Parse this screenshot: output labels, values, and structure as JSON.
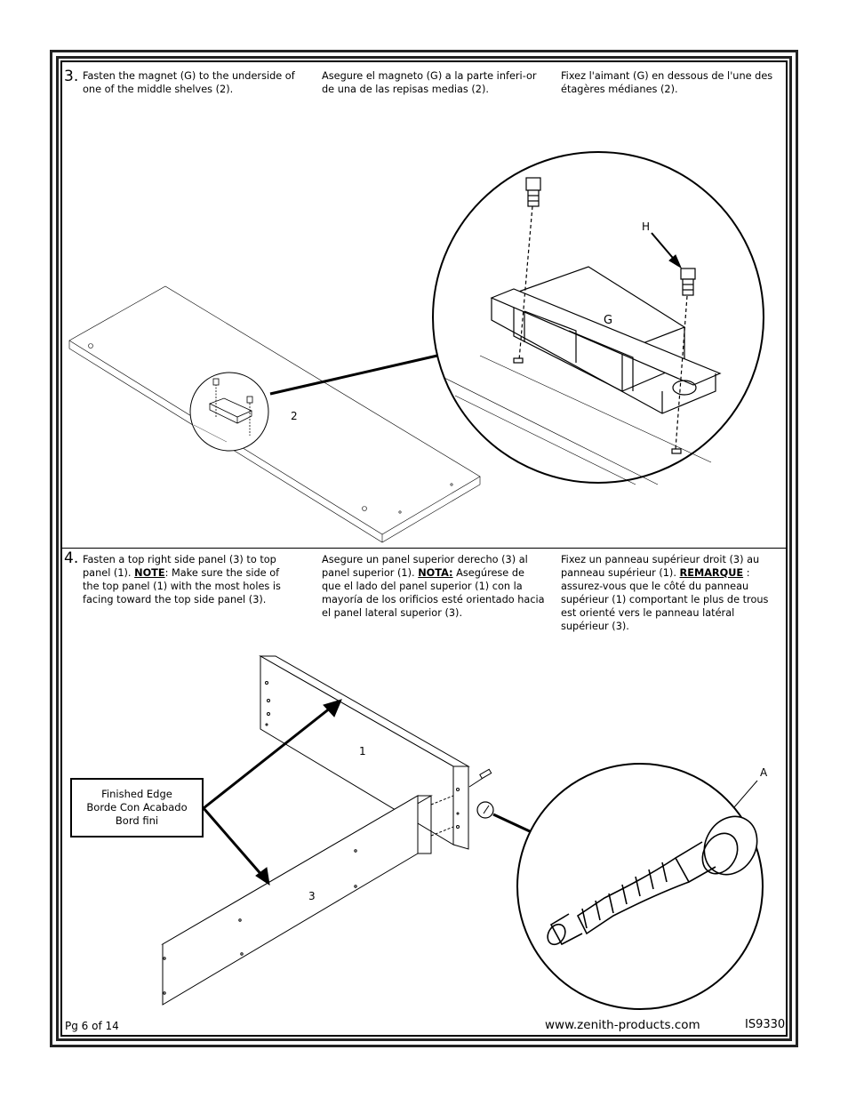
{
  "step3": {
    "number": "3.",
    "en": "Fasten the magnet (G) to the underside of one of the middle shelves (2).",
    "es": "Asegure el magneto (G) a la parte inferi-or de una de las repisas medias (2).",
    "fr": "Fixez l'aimant (G) en dessous de l'une des étagères médianes (2).",
    "labels": {
      "shelf": "2",
      "magnet": "G",
      "screw": "H"
    }
  },
  "step4": {
    "number": "4.",
    "en_pre": "Fasten a top right side panel (3) to top panel (1).",
    "en_note": "NOTE",
    "en_post": ": Make sure the side of the top panel (1) with the most holes is facing toward the top side panel (3).",
    "es_pre": "Asegure un panel superior derecho (3) al panel superior (1).",
    "es_note": "NOTA:",
    "es_post": " Asegúrese de que el lado del panel superior (1) con la mayoría de los orificios esté orientado hacia el panel lateral superior (3).",
    "fr_pre": "Fixez un panneau supérieur droit (3) au panneau supérieur (1).",
    "fr_note": "REMARQUE",
    "fr_post": " : assurez-vous que le côté du panneau supérieur (1) comportant le plus de trous est orienté vers le panneau latéral supérieur (3).",
    "callout": {
      "en": "Finished Edge",
      "es": "Borde Con Acabado",
      "fr": "Bord fini"
    },
    "labels": {
      "top_panel": "1",
      "side_panel": "3",
      "bolt": "A"
    }
  },
  "footer": {
    "page": "Pg 6 of 14",
    "website": "www.zenith-products.com",
    "code": "IS9330"
  }
}
